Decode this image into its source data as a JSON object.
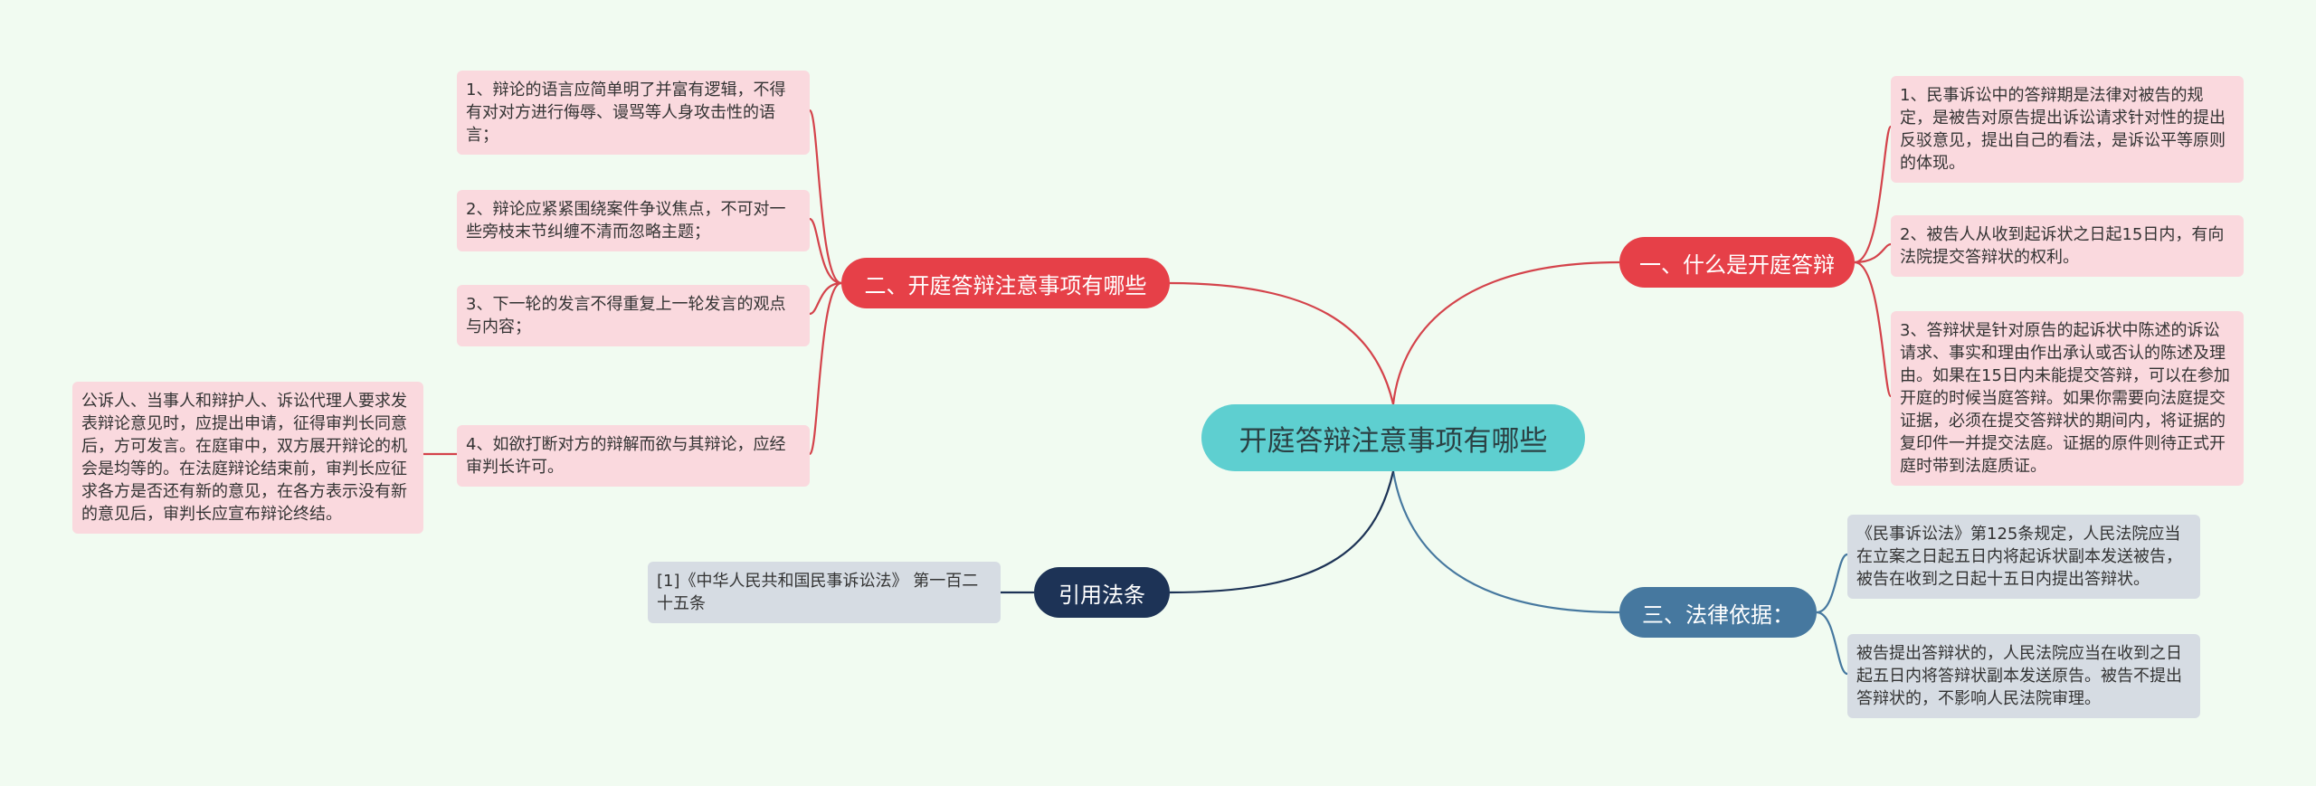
{
  "root": {
    "label": "开庭答辩注意事项有哪些"
  },
  "branches": {
    "b1": {
      "label": "一、什么是开庭答辩"
    },
    "b2": {
      "label": "二、开庭答辩注意事项有哪些"
    },
    "b3": {
      "label": "三、法律依据："
    },
    "b4": {
      "label": "引用法条"
    }
  },
  "leaves": {
    "r1": "1、民事诉讼中的答辩期是法律对被告的规定，是被告对原告提出诉讼请求针对性的提出反驳意见，提出自己的看法，是诉讼平等原则的体现。",
    "r2": "2、被告人从收到起诉状之日起15日内，有向法院提交答辩状的权利。",
    "r3": "3、答辩状是针对原告的起诉状中陈述的诉讼请求、事实和理由作出承认或否认的陈述及理由。如果在15日内未能提交答辩，可以在参加开庭的时候当庭答辩。如果你需要向法庭提交证据，必须在提交答辩状的期间内，将证据的复印件一并提交法庭。证据的原件则待正式开庭时带到法庭质证。",
    "l1": "1、辩论的语言应简单明了并富有逻辑，不得有对对方进行侮辱、谩骂等人身攻击性的语言；",
    "l2": "2、辩论应紧紧围绕案件争议焦点，不可对一些旁枝末节纠缠不清而忽略主题；",
    "l3": "3、下一轮的发言不得重复上一轮发言的观点与内容；",
    "l4": "4、如欲打断对方的辩解而欲与其辩论，应经审判长许可。",
    "l4sub": "公诉人、当事人和辩护人、诉讼代理人要求发表辩论意见时，应提出申请，征得审判长同意后，方可发言。在庭审中，双方展开辩论的机会是均等的。在法庭辩论结束前，审判长应征求各方是否还有新的意见，在各方表示没有新的意见后，审判长应宣布辩论终结。",
    "law1": "《民事诉讼法》第125条规定，人民法院应当在立案之日起五日内将起诉状副本发送被告，被告在收到之日起十五日内提出答辩状。",
    "law2": "被告提出答辩状的，人民法院应当在收到之日起五日内将答辩状副本发送原告。被告不提出答辩状的，不影响人民法院审理。",
    "cite": "[1]《中华人民共和国民事诉讼法》 第一百二十五条"
  },
  "colors": {
    "background": "#f1fbf1",
    "root": "#5ecfd0",
    "red_branch": "#e64048",
    "steel_branch": "#46789f",
    "navy_branch": "#1d3356",
    "pink_leaf": "#fad9de",
    "gray_leaf": "#d6dce3"
  }
}
